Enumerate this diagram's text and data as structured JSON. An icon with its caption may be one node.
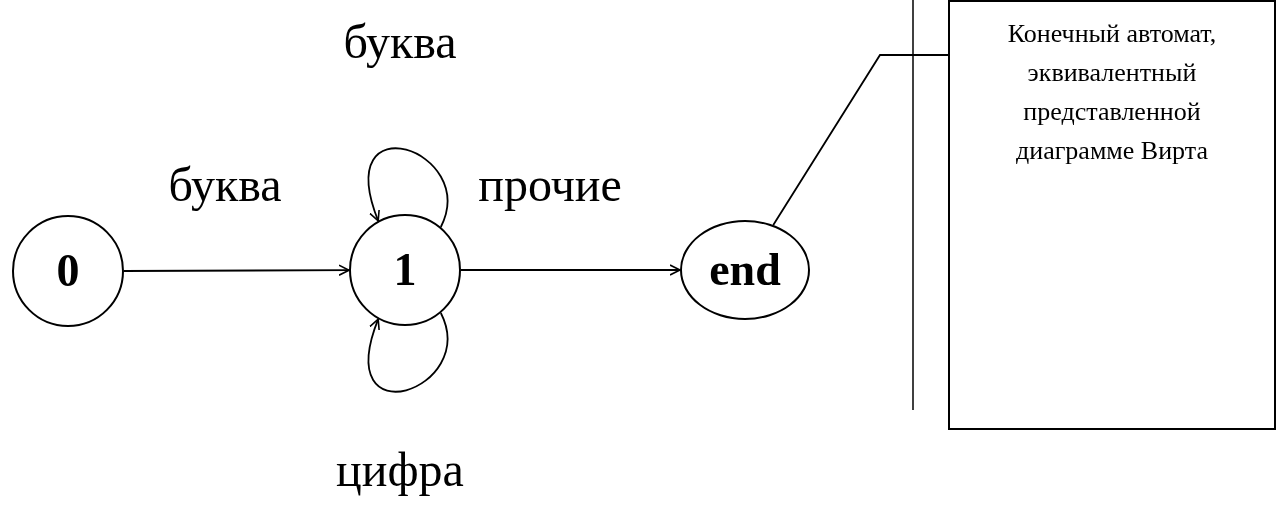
{
  "diagram": {
    "nodes": [
      {
        "text": [
          "0"
        ]
      },
      {
        "text": [
          "1"
        ]
      },
      {
        "text": [
          "end"
        ]
      },
      {
        "text": [
          "Конечный автомат, эквивалентный представленной диаграмме Вирта"
        ]
      }
    ],
    "edges": [
      {
        "from": 0,
        "to": 1,
        "arrow": "to",
        "label": "буква"
      },
      {
        "from": 1,
        "to": 1,
        "arrow": "to",
        "label": "буква"
      },
      {
        "from": 1,
        "to": 1,
        "arrow": "to",
        "label": "цифра"
      },
      {
        "from": 1,
        "to": 2,
        "arrow": "to",
        "label": "прочие"
      },
      {
        "from": 3,
        "to": 2,
        "arrow": "none"
      }
    ]
  }
}
